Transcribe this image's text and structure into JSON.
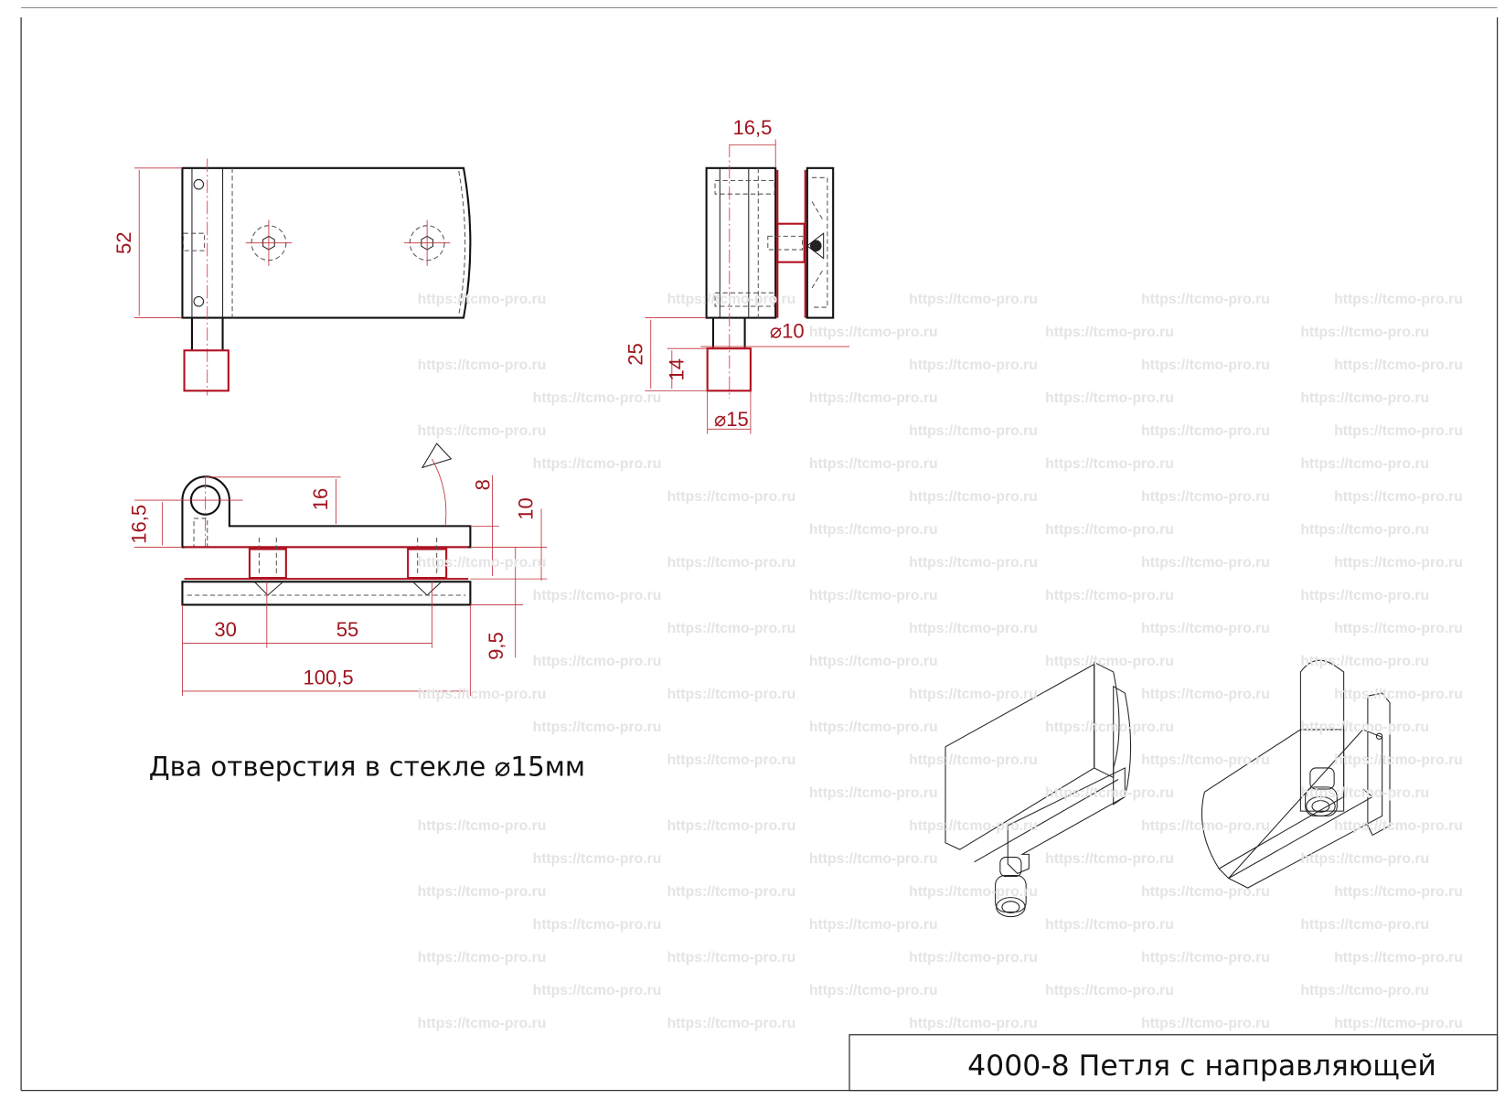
{
  "watermark": "https://tcmo-pro.ru",
  "caption": "Два отверстия в стекле ⌀15мм",
  "title_block": {
    "title": "4000-8 Петля с направляющей"
  },
  "top_view": {
    "dim_height": "52"
  },
  "side_view": {
    "dim_width": "16,5",
    "dim_pin_diameter": "⌀10",
    "dim_pin_length": "25",
    "dim_cap_length": "14",
    "dim_cap_diameter": "⌀15"
  },
  "front_view": {
    "dim_eye_height": "16,5",
    "dim_eye_offset": "16",
    "dim_leaf": "8",
    "dim_gap": "10",
    "dim_plate": "9,5",
    "dim_hole1": "30",
    "dim_hole_spacing": "55",
    "dim_total_length": "100,5"
  },
  "colors": {
    "dimension": "#a0141e",
    "outline": "#111111",
    "watermark": "#e4e4e4"
  }
}
